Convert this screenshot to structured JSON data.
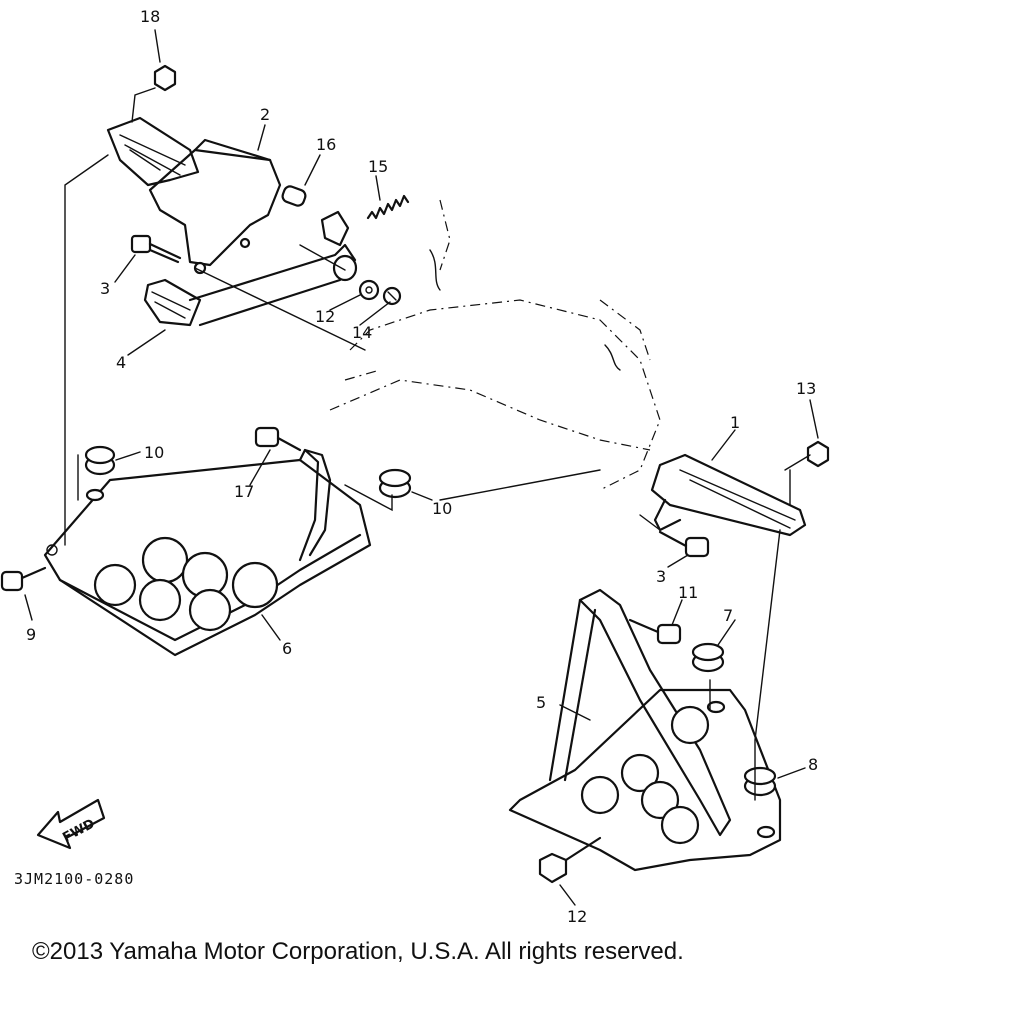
{
  "diagram": {
    "drawing_code": "3JM2100-0280",
    "direction_label": "FWD",
    "callouts": [
      {
        "id": "c1",
        "label": "1"
      },
      {
        "id": "c2",
        "label": "2"
      },
      {
        "id": "c3a",
        "label": "3"
      },
      {
        "id": "c3b",
        "label": "3"
      },
      {
        "id": "c4",
        "label": "4"
      },
      {
        "id": "c5",
        "label": "5"
      },
      {
        "id": "c6",
        "label": "6"
      },
      {
        "id": "c7",
        "label": "7"
      },
      {
        "id": "c8",
        "label": "8"
      },
      {
        "id": "c9",
        "label": "9"
      },
      {
        "id": "c10a",
        "label": "10"
      },
      {
        "id": "c10b",
        "label": "10"
      },
      {
        "id": "c11",
        "label": "11"
      },
      {
        "id": "c12a",
        "label": "12"
      },
      {
        "id": "c12b",
        "label": "12"
      },
      {
        "id": "c13",
        "label": "13"
      },
      {
        "id": "c14",
        "label": "14"
      },
      {
        "id": "c15",
        "label": "15"
      },
      {
        "id": "c16",
        "label": "16"
      },
      {
        "id": "c17",
        "label": "17"
      },
      {
        "id": "c18",
        "label": "18"
      }
    ]
  },
  "footer": {
    "copyright": "©2013 Yamaha Motor Corporation, U.S.A. All rights reserved."
  }
}
